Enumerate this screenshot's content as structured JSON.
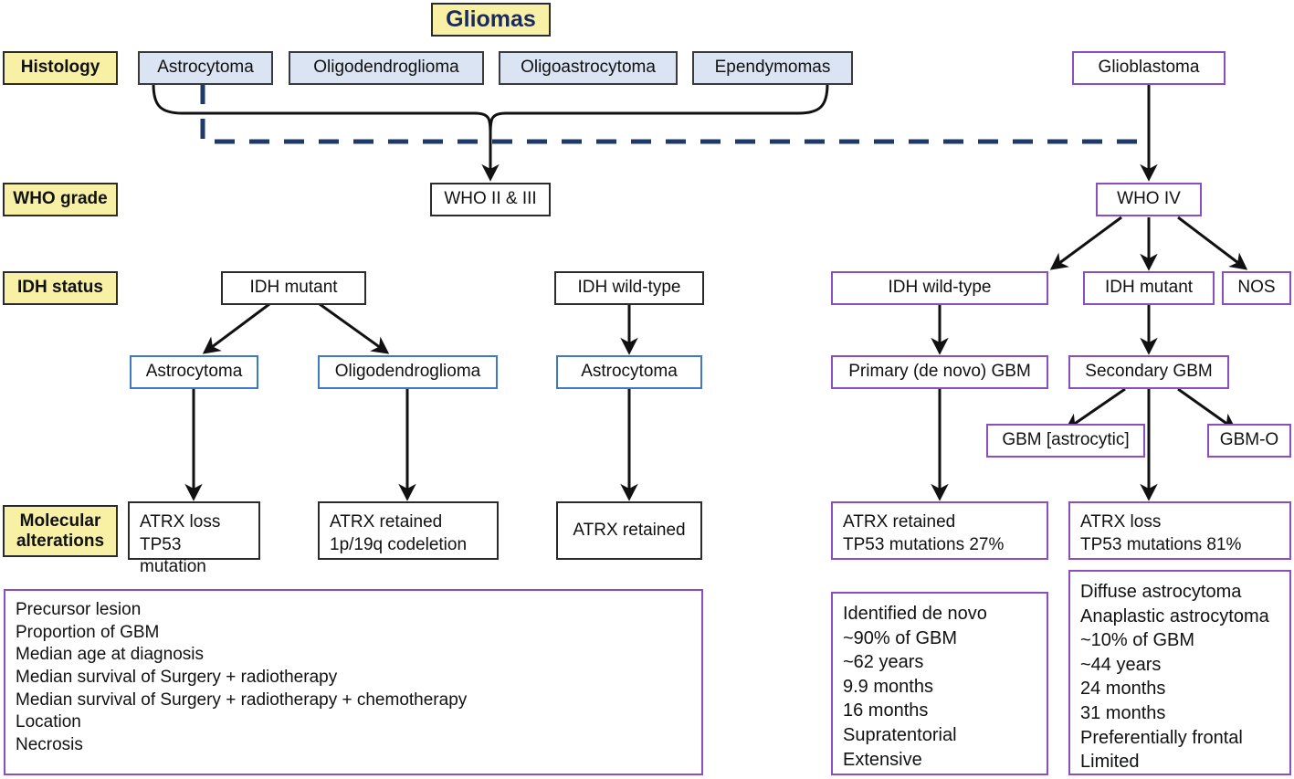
{
  "diagram": {
    "title": "Gliomas",
    "row_labels": {
      "histology": "Histology",
      "who_grade": "WHO grade",
      "idh_status": "IDH status",
      "molecular_line1": "Molecular",
      "molecular_line2": "alterations"
    },
    "histology": [
      "Astrocytoma",
      "Oligodendroglioma",
      "Oligoastrocytoma",
      "Ependymomas",
      "Glioblastoma"
    ],
    "who_grade": {
      "low": "WHO II & III",
      "high": "WHO IV"
    },
    "idh_status": {
      "left_mutant": "IDH mutant",
      "left_wildtype": "IDH wild-type",
      "right_wildtype": "IDH wild-type",
      "right_mutant": "IDH mutant",
      "right_nos": "NOS"
    },
    "subtypes": {
      "astro_mutant": "Astrocytoma",
      "oligo_mutant": "Oligodendroglioma",
      "astro_wildtype": "Astrocytoma",
      "primary_gbm": "Primary (de novo) GBM",
      "secondary_gbm": "Secondary GBM",
      "gbm_astrocytic": "GBM [astrocytic]",
      "gbm_o": "GBM-O"
    },
    "molecular": {
      "astro_mutant_l1": "ATRX loss",
      "astro_mutant_l2": "TP53 mutation",
      "oligo_mutant_l1": "ATRX retained",
      "oligo_mutant_l2": "1p/19q codeletion",
      "astro_wildtype_l1": "ATRX retained",
      "primary_gbm_l1": "ATRX retained",
      "primary_gbm_l2": "TP53 mutations 27%",
      "secondary_gbm_l1": "ATRX loss",
      "secondary_gbm_l2": "TP53 mutations 81%"
    },
    "feature_rows": {
      "r1": "Precursor lesion",
      "r2": "Proportion of GBM",
      "r3": "Median age at diagnosis",
      "r4": "Median survival of Surgery + radiotherapy",
      "r5": "Median survival of Surgery + radiotherapy + chemotherapy",
      "r6": "Location",
      "r7": "Necrosis"
    },
    "primary_gbm_values": {
      "r1": "Identified de novo",
      "r2": "~90% of GBM",
      "r3": "~62 years",
      "r4": "9.9 months",
      "r5": "16 months",
      "r6": "Supratentorial",
      "r7": "Extensive"
    },
    "secondary_gbm_values": {
      "r1a": "Diffuse astrocytoma",
      "r1b": "Anaplastic astrocytoma",
      "r2": "~10% of GBM",
      "r3": "~44 years",
      "r4": "24 months",
      "r5": "31 months",
      "r6": "Preferentially frontal",
      "r7": "Limited"
    },
    "colors": {
      "label_fill": "#f7f0a5",
      "histology_fill": "#dbe4f3",
      "black_border": "#2b2b2b",
      "blue_border": "#3f79c6",
      "purple_border": "#8a4fbd",
      "navy_dashed": "#1f3a68",
      "title_text": "#1b2a5e"
    }
  }
}
